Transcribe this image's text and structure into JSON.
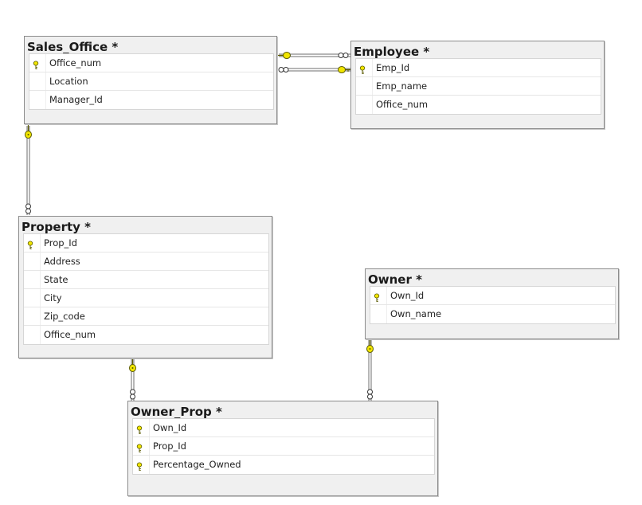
{
  "tables": {
    "sales_office": {
      "title": "Sales_Office *",
      "columns": [
        {
          "name": "Office_num",
          "key": true
        },
        {
          "name": "Location",
          "key": false
        },
        {
          "name": "Manager_Id",
          "key": false
        }
      ]
    },
    "employee": {
      "title": "Employee *",
      "columns": [
        {
          "name": "Emp_Id",
          "key": true
        },
        {
          "name": "Emp_name",
          "key": false
        },
        {
          "name": "Office_num",
          "key": false
        }
      ]
    },
    "property": {
      "title": "Property *",
      "columns": [
        {
          "name": "Prop_Id",
          "key": true
        },
        {
          "name": "Address",
          "key": false
        },
        {
          "name": "State",
          "key": false
        },
        {
          "name": "City",
          "key": false
        },
        {
          "name": "Zip_code",
          "key": false
        },
        {
          "name": "Office_num",
          "key": false
        }
      ]
    },
    "owner": {
      "title": "Owner *",
      "columns": [
        {
          "name": "Own_Id",
          "key": true
        },
        {
          "name": "Own_name",
          "key": false
        }
      ]
    },
    "owner_prop": {
      "title": "Owner_Prop *",
      "columns": [
        {
          "name": "Own_Id",
          "key": true
        },
        {
          "name": "Prop_Id",
          "key": true
        },
        {
          "name": "Percentage_Owned",
          "key": true
        }
      ]
    }
  },
  "relationships": [
    {
      "name": "sales-office-to-employee-office",
      "from": "sales_office",
      "to": "employee"
    },
    {
      "name": "employee-to-sales-office-manager",
      "from": "employee",
      "to": "sales_office"
    },
    {
      "name": "sales-office-to-property",
      "from": "sales_office",
      "to": "property"
    },
    {
      "name": "property-to-owner-prop",
      "from": "property",
      "to": "owner_prop"
    },
    {
      "name": "owner-to-owner-prop",
      "from": "owner",
      "to": "owner_prop"
    }
  ],
  "colors": {
    "key_fill": "#f2e600",
    "key_stroke": "#5a5a00",
    "connector": "#6e6e6e",
    "title_bar": "#f0f0f0"
  },
  "icons": {
    "primary_key": "key-icon",
    "one_end": "key-connector-icon",
    "many_end": "infinity-icon"
  }
}
